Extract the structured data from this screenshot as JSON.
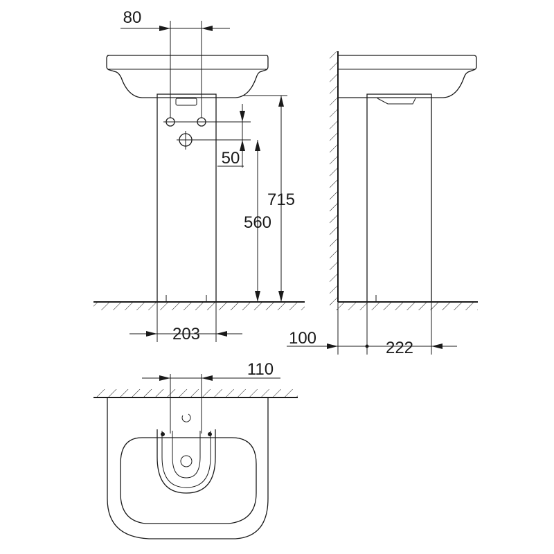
{
  "dimensions": {
    "tap_spacing_front": "80",
    "waste_below_taps": "50",
    "total_height": "715",
    "waste_height": "560",
    "pedestal_width": "203",
    "wall_to_pedestal": "100",
    "pedestal_depth": "222",
    "tap_spacing_plan": "110"
  }
}
